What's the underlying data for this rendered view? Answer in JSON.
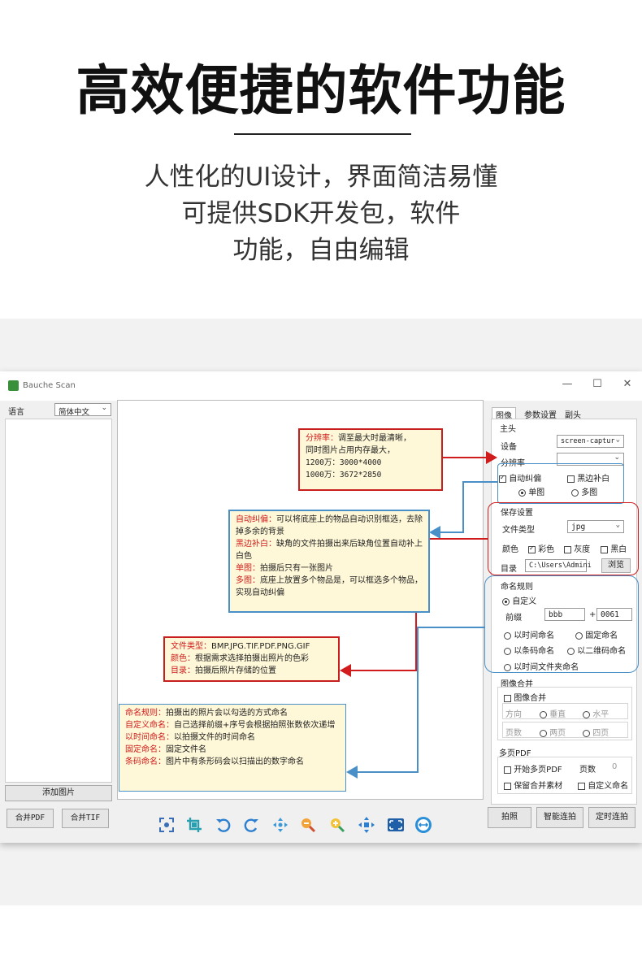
{
  "hero": {
    "headline": "高效便捷的软件功能",
    "lines": [
      "人性化的UI设计，界面简洁易懂",
      "可提供SDK开发包，软件",
      "功能，自由编辑"
    ]
  },
  "window": {
    "title": "Bauche Scan",
    "controls": [
      "—",
      "☐",
      "✕"
    ]
  },
  "left_panel": {
    "language_label": "语言",
    "language_value": "简体中文",
    "add_image": "添加图片",
    "merge_pdf": "合并PDF",
    "merge_tif": "合并TIF"
  },
  "right_panel": {
    "tabs": [
      "图像",
      "参数设置",
      "副头"
    ],
    "main_group": "主头",
    "device_label": "设备",
    "device_value": "screen-captur",
    "resolution_label": "分辨率",
    "auto_deskew": "自动纠偏",
    "black_fill": "黑边补白",
    "single": "单图",
    "multi": "多图",
    "save_group": "保存设置",
    "file_type_label": "文件类型",
    "file_type_value": "jpg",
    "color_label": "颜色",
    "color_options": [
      "彩色",
      "灰度",
      "黑白"
    ],
    "dir_label": "目录",
    "dir_value": "C:\\Users\\Admini",
    "browse": "浏览",
    "naming_group": "命名规则",
    "custom": "自定义",
    "prefix_label": "前缀",
    "prefix_value": "bbb",
    "plus": "+",
    "seq_value": "0061",
    "time_naming": "以时间命名",
    "fixed_naming": "固定命名",
    "barcode_naming": "以条码命名",
    "qrcode_naming": "以二维码命名",
    "time_folder_naming": "以时间文件夹命名",
    "merge_group": "图像合并",
    "merge_image": "图像合并",
    "direction": "方向",
    "vertical": "垂直",
    "horizontal": "水平",
    "pages": "页数",
    "two_page": "两页",
    "four_page": "四页",
    "multipdf_group": "多页PDF",
    "start_multipdf": "开始多页PDF",
    "page_count_label": "页数",
    "page_count": "0",
    "keep_material": "保留合并素材",
    "custom_naming": "自定义命名"
  },
  "bottom_buttons": [
    "拍照",
    "智能连拍",
    "定时连拍"
  ],
  "toolbar_icons": [
    "focus-icon",
    "crop-icon",
    "rotate-left-icon",
    "rotate-right-icon",
    "move-icon",
    "zoom-out-icon",
    "zoom-in-icon",
    "fit-icon",
    "fullscreen-icon",
    "compare-icon"
  ],
  "callouts": {
    "resolution": {
      "title": "分辨率：",
      "lines": [
        "调至最大时最清晰，",
        "同时图片占用内存最大，",
        "1200万：3000*4000",
        "1000万：3672*2850"
      ]
    },
    "deskew": [
      {
        "k": "自动纠偏：",
        "v": "可以将底座上的物品自动识别框选，去除掉多余的背景"
      },
      {
        "k": "黑边补白：",
        "v": "缺角的文件拍摄出来后缺角位置自动补上白色"
      },
      {
        "k": "单图：",
        "v": "拍摄后只有一张图片"
      },
      {
        "k": "多图：",
        "v": "底座上放置多个物品是，可以框选多个物品，实现自动纠偏"
      }
    ],
    "save": [
      {
        "k": "文件类型：",
        "v": "BMP.JPG.TIF.PDF.PNG.GIF"
      },
      {
        "k": "颜色：",
        "v": "根据需求选择拍摄出照片的色彩"
      },
      {
        "k": "目录：",
        "v": "拍摄后照片存储的位置"
      }
    ],
    "naming": [
      {
        "k": "命名规则：",
        "v": "拍摄出的照片会以勾选的方式命名"
      },
      {
        "k": "自定义命名：",
        "v": "自己选择前缀+序号会根据拍照张数依次递增"
      },
      {
        "k": "以时间命名：",
        "v": "以拍摄文件的时间命名"
      },
      {
        "k": "固定命名：",
        "v": "固定文件名"
      },
      {
        "k": "条码命名：",
        "v": "图片中有条形码会以扫描出的数字命名"
      }
    ]
  },
  "colors": {
    "red": "#d01c1c",
    "blue": "#4a90c8",
    "callout_bg": "#fff8d8"
  }
}
